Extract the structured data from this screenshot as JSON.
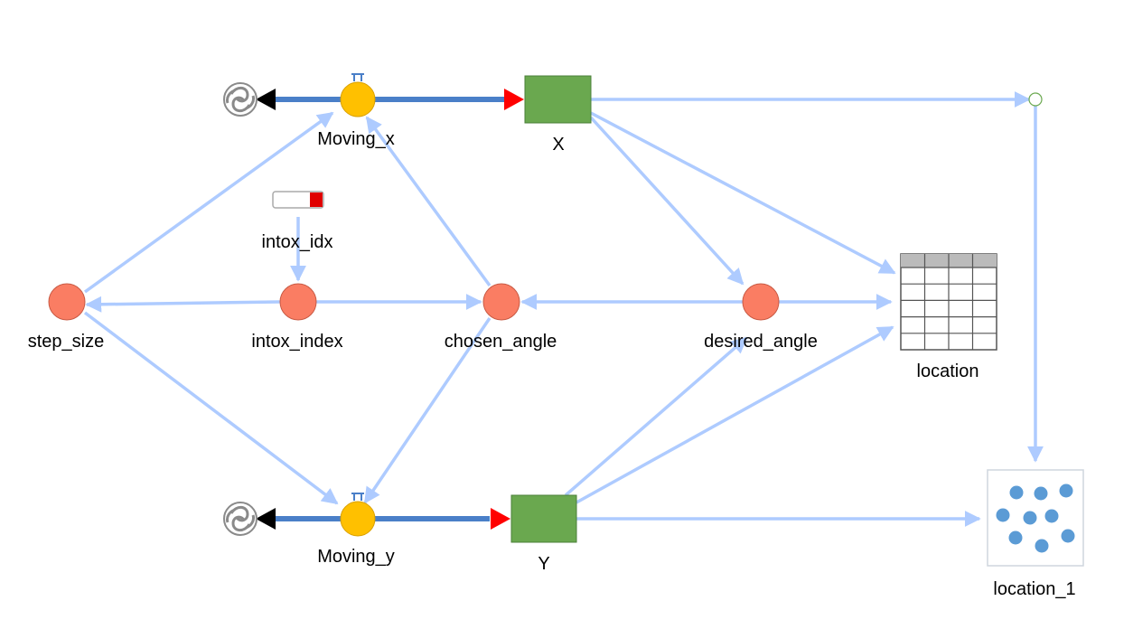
{
  "diagram": {
    "colors": {
      "link": "#aecbff",
      "flow": "#4a7fc8",
      "aux": "#fa7d63",
      "flow_valve": "#ffc000",
      "stock": "#6aa84f",
      "arrow_in": "#ff0000",
      "arrow_out": "#000000",
      "cloud": "#777777"
    },
    "stocks": [
      {
        "id": "x",
        "label": "X"
      },
      {
        "id": "y",
        "label": "Y"
      }
    ],
    "flows": [
      {
        "id": "moving_x",
        "label": "Moving_x"
      },
      {
        "id": "moving_y",
        "label": "Moving_y"
      }
    ],
    "auxiliaries": [
      {
        "id": "step_size",
        "label": "step_size"
      },
      {
        "id": "intox_index",
        "label": "intox_index"
      },
      {
        "id": "chosen_angle",
        "label": "chosen_angle"
      },
      {
        "id": "desired_angle",
        "label": "desired_angle"
      }
    ],
    "inputs": [
      {
        "id": "intox_idx",
        "label": "intox_idx",
        "widget": "slider"
      }
    ],
    "outputs": [
      {
        "id": "location",
        "label": "location",
        "widget": "table"
      },
      {
        "id": "location_1",
        "label": "location_1",
        "widget": "scatter"
      }
    ]
  }
}
